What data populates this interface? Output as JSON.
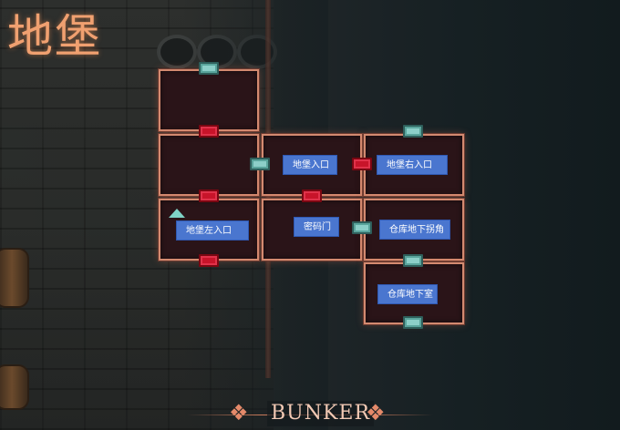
{
  "map": {
    "title": "地堡",
    "footer_label": "BUNKER",
    "rooms": [
      {
        "id": "r1",
        "label": ""
      },
      {
        "id": "r2",
        "label": ""
      },
      {
        "id": "r3",
        "label": "地堡入口"
      },
      {
        "id": "r4",
        "label": "地堡右入口"
      },
      {
        "id": "r5",
        "label": "地堡左入口"
      },
      {
        "id": "r6",
        "label": "密码门"
      },
      {
        "id": "r7",
        "label": "仓库地下拐角"
      },
      {
        "id": "r8",
        "label": "仓库地下室"
      }
    ],
    "doors": [
      {
        "state": "unlocked",
        "color": "#8ccfc8"
      },
      {
        "state": "locked",
        "color": "#c8142a"
      }
    ],
    "colors": {
      "room_border": "#d38a70",
      "room_fill": "#2a1418",
      "label_bg": "#4a76cf",
      "title": "#f0a070",
      "player_marker": "#7fd3c6"
    },
    "icons": [
      "player-marker-icon",
      "footer-knot-left-icon",
      "footer-knot-right-icon"
    ]
  }
}
